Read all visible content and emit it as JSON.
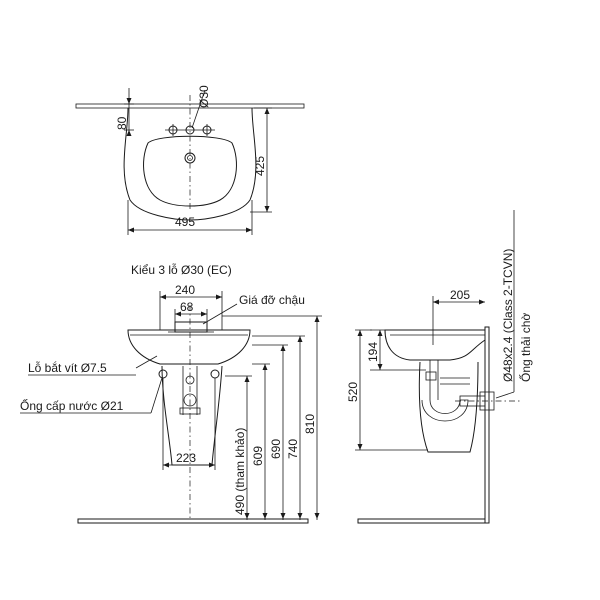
{
  "top_view": {
    "dim_width": "495",
    "dim_depth": "425",
    "dim_back": "80",
    "dim_hole": "Ø30"
  },
  "front_view": {
    "subtitle": "Kiểu 3 lỗ Ø30 (EC)",
    "dim_240": "240",
    "dim_68": "68",
    "dim_223": "223",
    "dim_490": "490 (tham khảo)",
    "dim_609": "609",
    "dim_690": "690",
    "dim_740": "740",
    "dim_810": "810",
    "label_bracket": "Giá đỡ chậu",
    "label_screw_hole": "Lỗ bắt vít Ø7.5",
    "label_supply_pipe": "Ống cấp nước Ø21"
  },
  "side_view": {
    "dim_205": "205",
    "dim_194": "194",
    "dim_520": "520",
    "label_pipe_spec": "Ø48x2.4 (Class 2-TCVN)",
    "label_drain": "Ống thải chờ"
  }
}
